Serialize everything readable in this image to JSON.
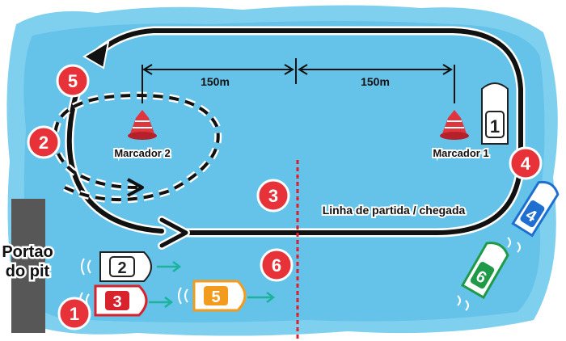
{
  "distances": {
    "left": "150m",
    "right": "150m"
  },
  "markers": {
    "marker2": "Marcador 2",
    "marker1": "Marcador 1"
  },
  "start_line_label": "Linha de partida / chegada",
  "pit_gate_label": {
    "line1": "Portao",
    "line2": "do pit"
  },
  "steps": [
    "1",
    "2",
    "3",
    "4",
    "5",
    "6"
  ],
  "boats": [
    {
      "number": "1",
      "color": "#ffffff",
      "text_color": "#222222"
    },
    {
      "number": "2",
      "color": "#ffffff",
      "text_color": "#222222"
    },
    {
      "number": "3",
      "color": "#d8222c",
      "text_color": "#ffffff"
    },
    {
      "number": "4",
      "color": "#1f6fd0",
      "text_color": "#ffffff"
    },
    {
      "number": "5",
      "color": "#f39b1d",
      "text_color": "#ffffff"
    },
    {
      "number": "6",
      "color": "#1f9a48",
      "text_color": "#ffffff"
    }
  ],
  "colors": {
    "water_outer": "#7fd0ef",
    "water_inner": "#65c3ea",
    "badge": "#e8323a",
    "arrow": "#111111",
    "wake_arrow": "#1bb39c",
    "start_line": "#e01e2e",
    "pit": "#575757"
  }
}
